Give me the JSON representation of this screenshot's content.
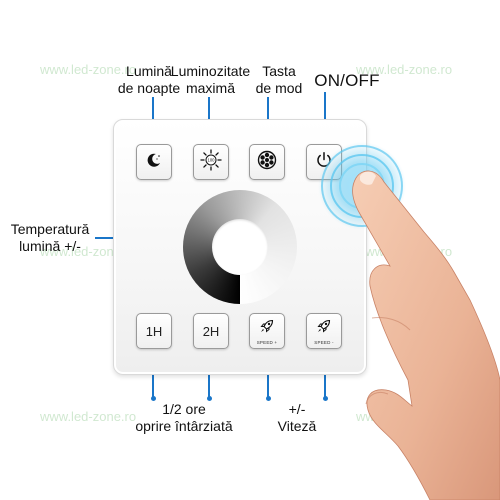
{
  "watermark": "www.led-zone.ro",
  "labels": {
    "night_light": [
      "Lumină",
      "de noapte"
    ],
    "max_brightness": [
      "Luminozitate",
      "maximă"
    ],
    "mode_key": [
      "Tasta",
      "de mod"
    ],
    "on_off": "ON/OFF",
    "color_temp": [
      "Temperatură",
      "lumină +/-"
    ],
    "delay_off": [
      "1/2 ore",
      "oprire întârziată"
    ],
    "speed": [
      "+/-",
      "Viteză"
    ]
  },
  "buttons": {
    "timer_1h": "1H",
    "timer_2h": "2H",
    "speed_plus_caption": "SPEED +",
    "speed_minus_caption": "SPEED -",
    "brightness_max_caption": "100"
  },
  "icons": {
    "night": "moon-icon",
    "sun": "sun-icon",
    "mode": "flower-icon",
    "power": "power-icon",
    "speed": "rocket-icon"
  },
  "colors": {
    "accent": "#1a76c9",
    "touch_ripple": "#5ec8f0"
  }
}
